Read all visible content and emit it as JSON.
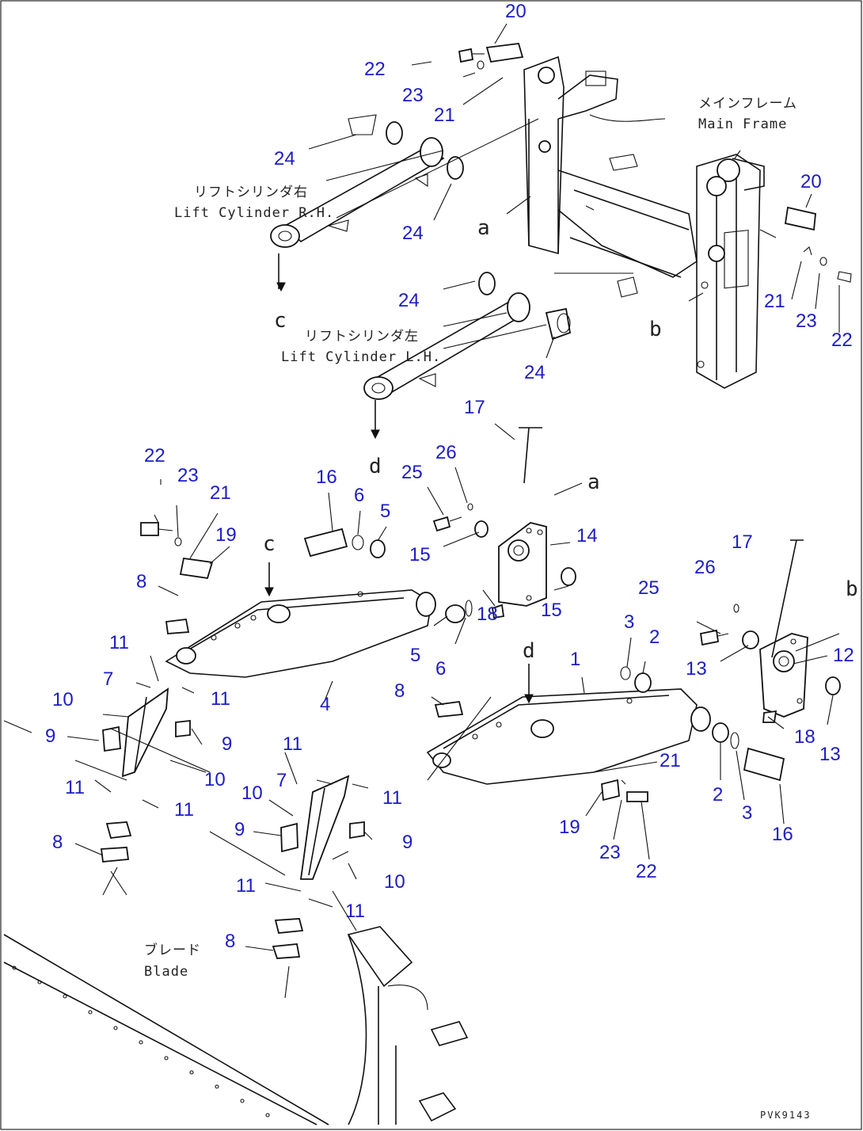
{
  "figure_code": "PVK9143",
  "labels": {
    "main_frame_jp": "メインフレーム",
    "main_frame_en": "Main Frame",
    "lift_cyl_rh_jp": "リフトシリンダ右",
    "lift_cyl_rh_en": "Lift Cylinder R.H.",
    "lift_cyl_lh_jp": "リフトシリンダ左",
    "lift_cyl_lh_en": "Lift Cylinder L.H.",
    "blade_jp": "ブレード",
    "blade_en": "Blade"
  },
  "refs": [
    "a",
    "b",
    "c",
    "d"
  ],
  "callouts": {
    "c20a": "20",
    "c22a": "22",
    "c23a": "23",
    "c21a": "21",
    "c24a": "24",
    "c24b": "24",
    "c20b": "20",
    "c21b": "21",
    "c23b": "23",
    "c22b": "22",
    "c24c": "24",
    "c24d": "24",
    "c17a": "17",
    "c26a": "26",
    "c25a": "25",
    "c16a": "16",
    "c6a": "6",
    "c5a": "5",
    "c22c": "22",
    "c23c": "23",
    "c21c": "21",
    "c19a": "19",
    "c15a": "15",
    "c14": "14",
    "c8a": "8",
    "c18a": "18",
    "c15b": "15",
    "c5b": "5",
    "c6b": "6",
    "c11a": "11",
    "c11b": "11",
    "c7a": "7",
    "c10a": "10",
    "c4": "4",
    "c9a": "9",
    "c9b": "9",
    "c10b": "10",
    "c11c": "11",
    "c11d": "11",
    "c8b": "8",
    "c17b": "17",
    "c26b": "26",
    "c25b": "25",
    "c3a": "3",
    "c2a": "2",
    "c1": "1",
    "c12": "12",
    "c13a": "13",
    "c13b": "13",
    "c18b": "18",
    "c8c": "8",
    "c21d": "21",
    "c2b": "2",
    "c3b": "3",
    "c16b": "16",
    "c19b": "19",
    "c23d": "23",
    "c22d": "22",
    "c11e": "11",
    "c7b": "7",
    "c11f": "11",
    "c10c": "10",
    "c9c": "9",
    "c9d": "9",
    "c10d": "10",
    "c11g": "11",
    "c11h": "11",
    "c8d": "8"
  }
}
